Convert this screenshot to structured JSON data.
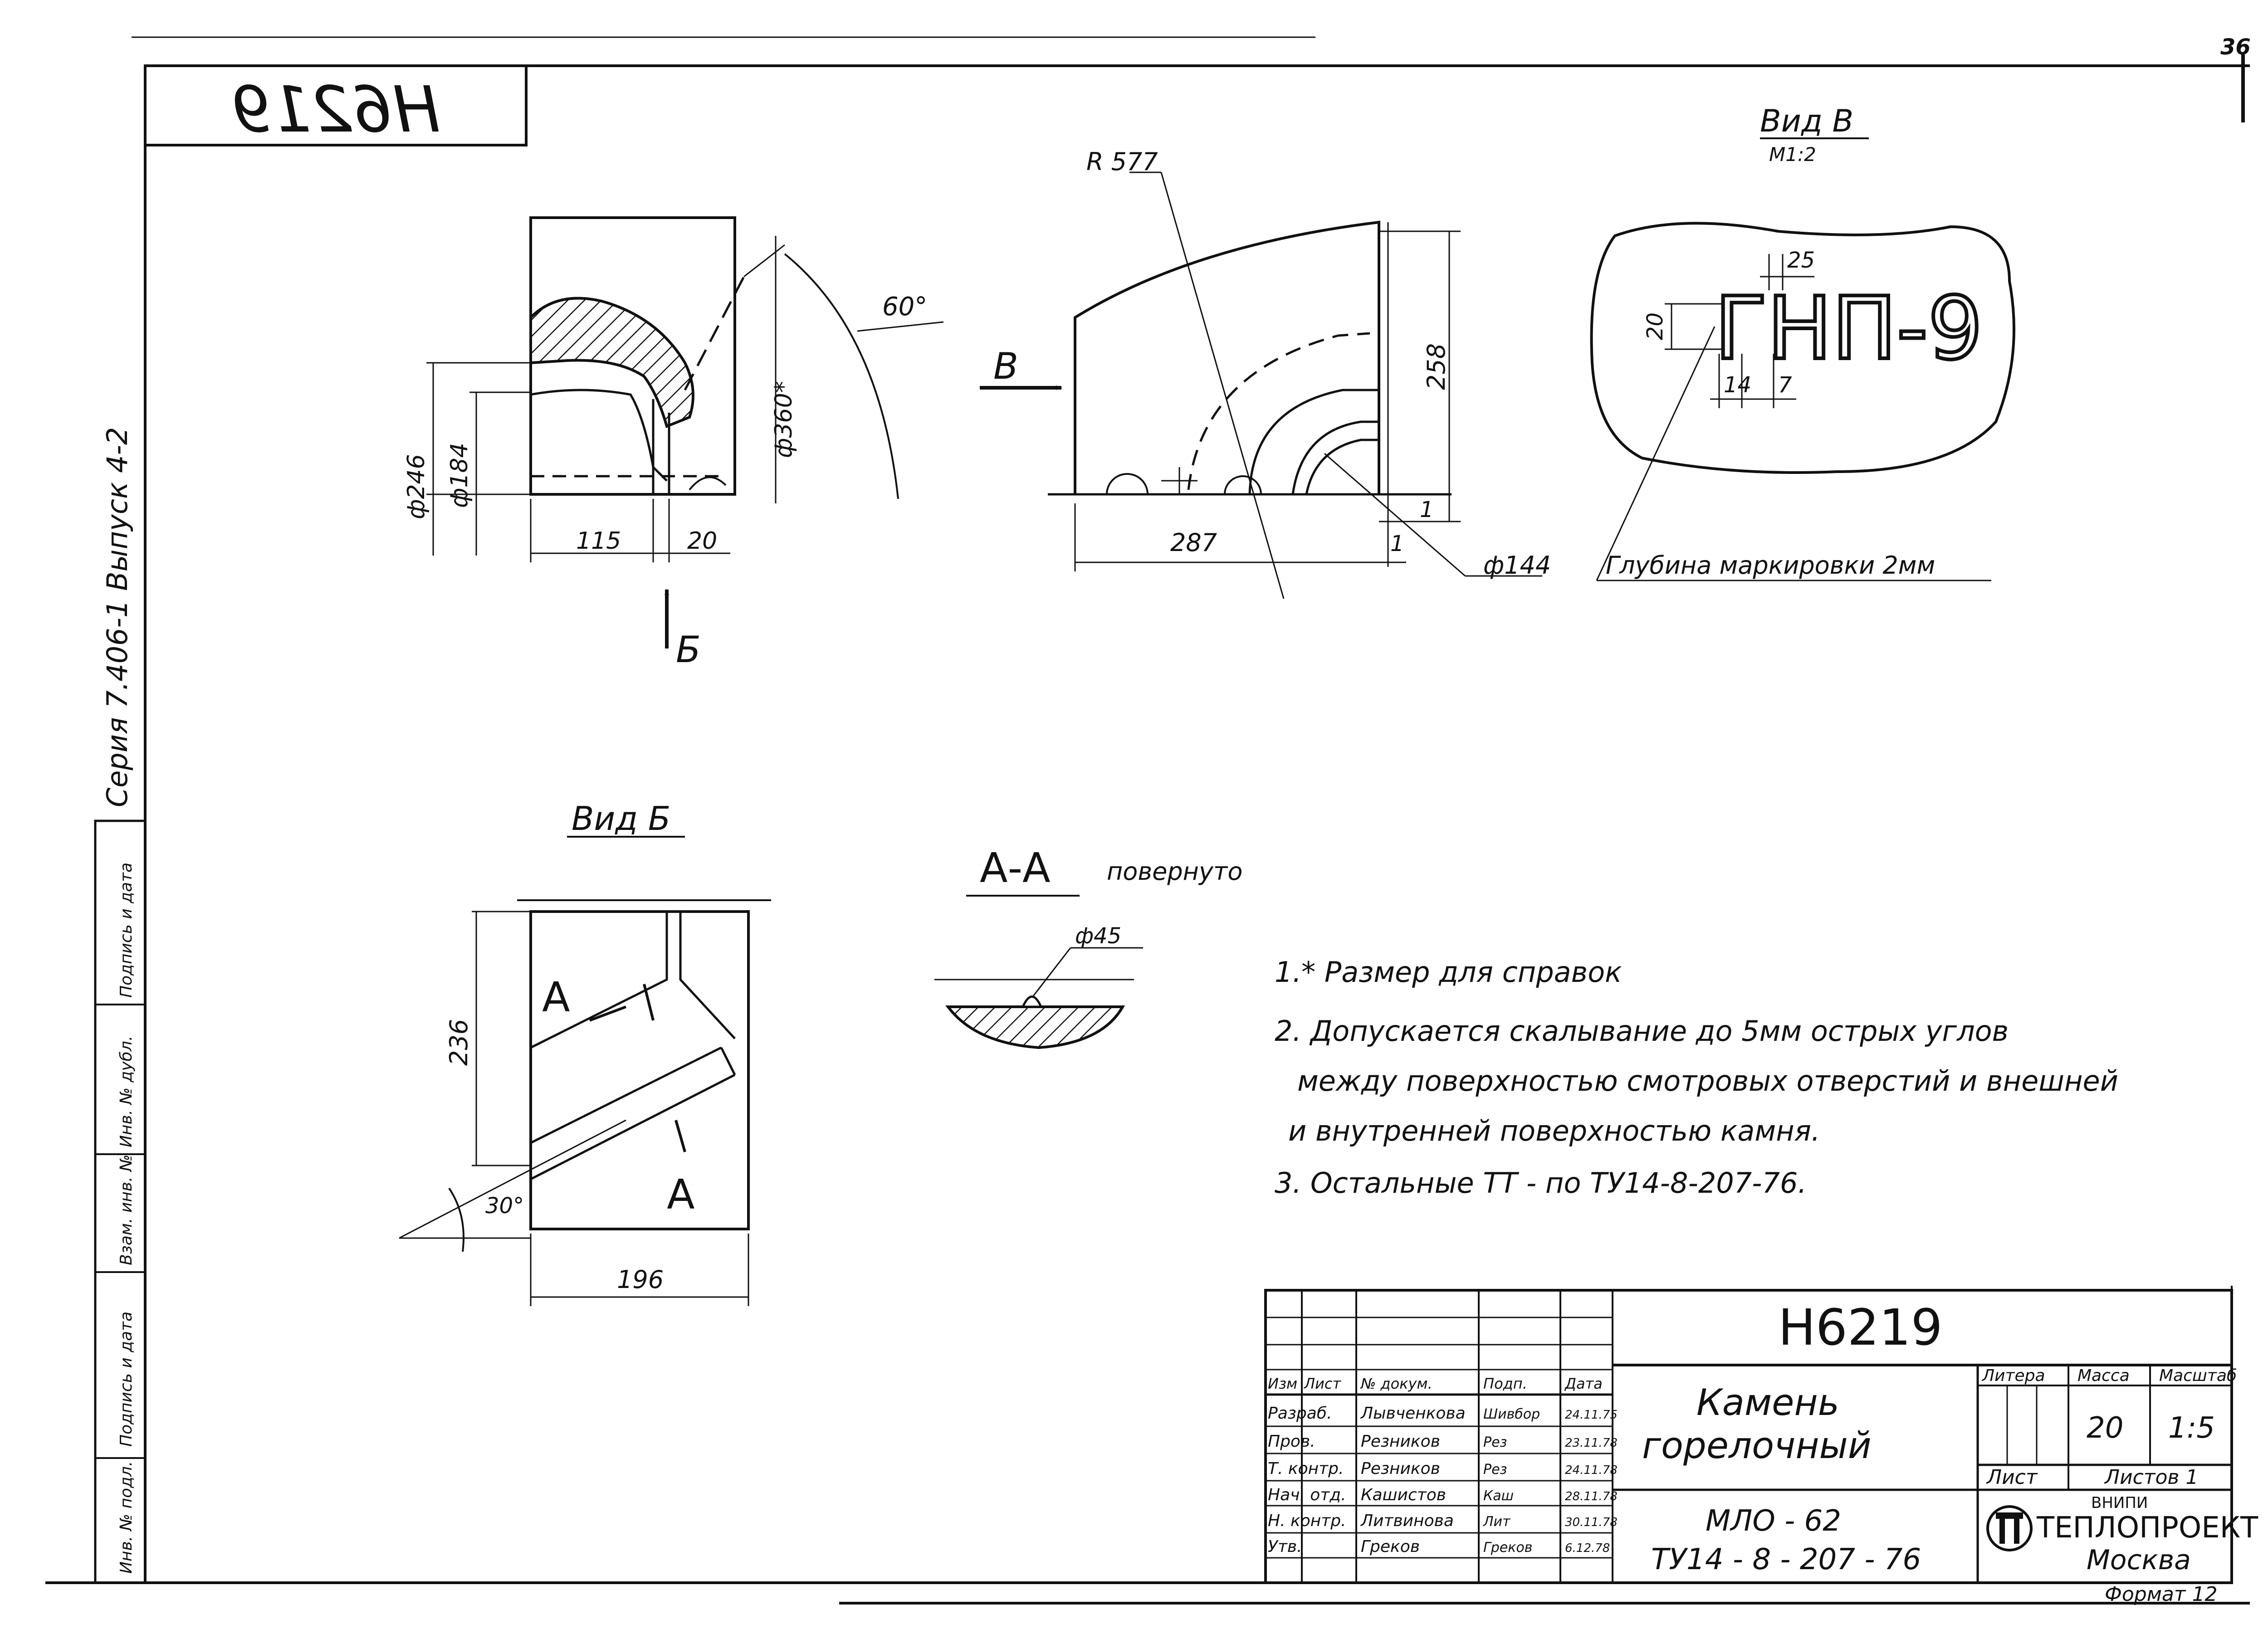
{
  "page_number": "36",
  "stamp_code_mirrored": "H6219",
  "side_label": "Серия 7.406-1 Выпуск 4-2",
  "side_cells": [
    "Инв. № подл.",
    "Подпись и дата",
    "Взам. инв. №",
    "Инв. № дубл.",
    "Подпись и дата"
  ],
  "view_v": {
    "title": "Вид В",
    "scale": "М1:2"
  },
  "view_b": {
    "title": "Вид Б"
  },
  "section_aa": {
    "title": "А-А",
    "note": "повернуто",
    "dim": "ф45"
  },
  "marking_text": "ГНП-9",
  "marking_depth": "Глубина маркировки 2мм",
  "dims": {
    "phi246": "ф246",
    "phi184": "ф184",
    "phi360": "ф360*",
    "d115": "115",
    "d20": "20",
    "angle60": "60°",
    "r577": "R 577",
    "d258": "258",
    "d287": "287",
    "d1a": "1",
    "d1b": "1",
    "phi144": "ф144",
    "d25": "25",
    "d14": "14",
    "d7": "7",
    "d20b": "20",
    "d236": "236",
    "d196": "196",
    "angle30": "30°"
  },
  "arrows": {
    "b": "Б",
    "v": "В",
    "a1": "А",
    "a2": "А"
  },
  "notes": [
    "1.* Размер для справок",
    "2. Допускается скалывание до 5мм острых углов",
    "между поверхностью смотровых отверстий и внешней",
    "и внутренней поверхностью камня.",
    "3. Остальные ТТ - по ТУ14-8-207-76."
  ],
  "title_block": {
    "code": "Н6219",
    "name_line1": "Камень",
    "name_line2": "горелочный",
    "material_line1": "МЛО - 62",
    "material_line2": "ТУ14 - 8 - 207 - 76",
    "head_labels": [
      "Изм",
      "Лист",
      "№ докум.",
      "Подп.",
      "Дата"
    ],
    "rows": [
      {
        "role": "Разраб.",
        "name": "Лывченкова",
        "sign": "Шивбор",
        "date": "24.11.75"
      },
      {
        "role": "Пров.",
        "name": "Резников",
        "sign": "Рез",
        "date": "23.11.78"
      },
      {
        "role": "Т. контр.",
        "name": "Резников",
        "sign": "Рез",
        "date": "24.11.78"
      },
      {
        "role": "Нач. отд.",
        "name": "Кашистов",
        "sign": "Каш",
        "date": "28.11.78"
      },
      {
        "role": "Н. контр.",
        "name": "Литвинова",
        "sign": "Лит",
        "date": "30.11.78"
      },
      {
        "role": "Утв.",
        "name": "Греков",
        "sign": "Греков",
        "date": "6.12.78"
      }
    ],
    "litera_label": "Литера",
    "mass_label": "Масса",
    "scale_label": "Масштаб",
    "mass": "20",
    "scale": "1:5",
    "sheet_label": "Лист",
    "sheets_label": "Листов 1",
    "org_small": "ВНИПИ",
    "org": "ТЕПЛОПРОЕКТ",
    "city": "Москва",
    "format": "Формат 12"
  }
}
